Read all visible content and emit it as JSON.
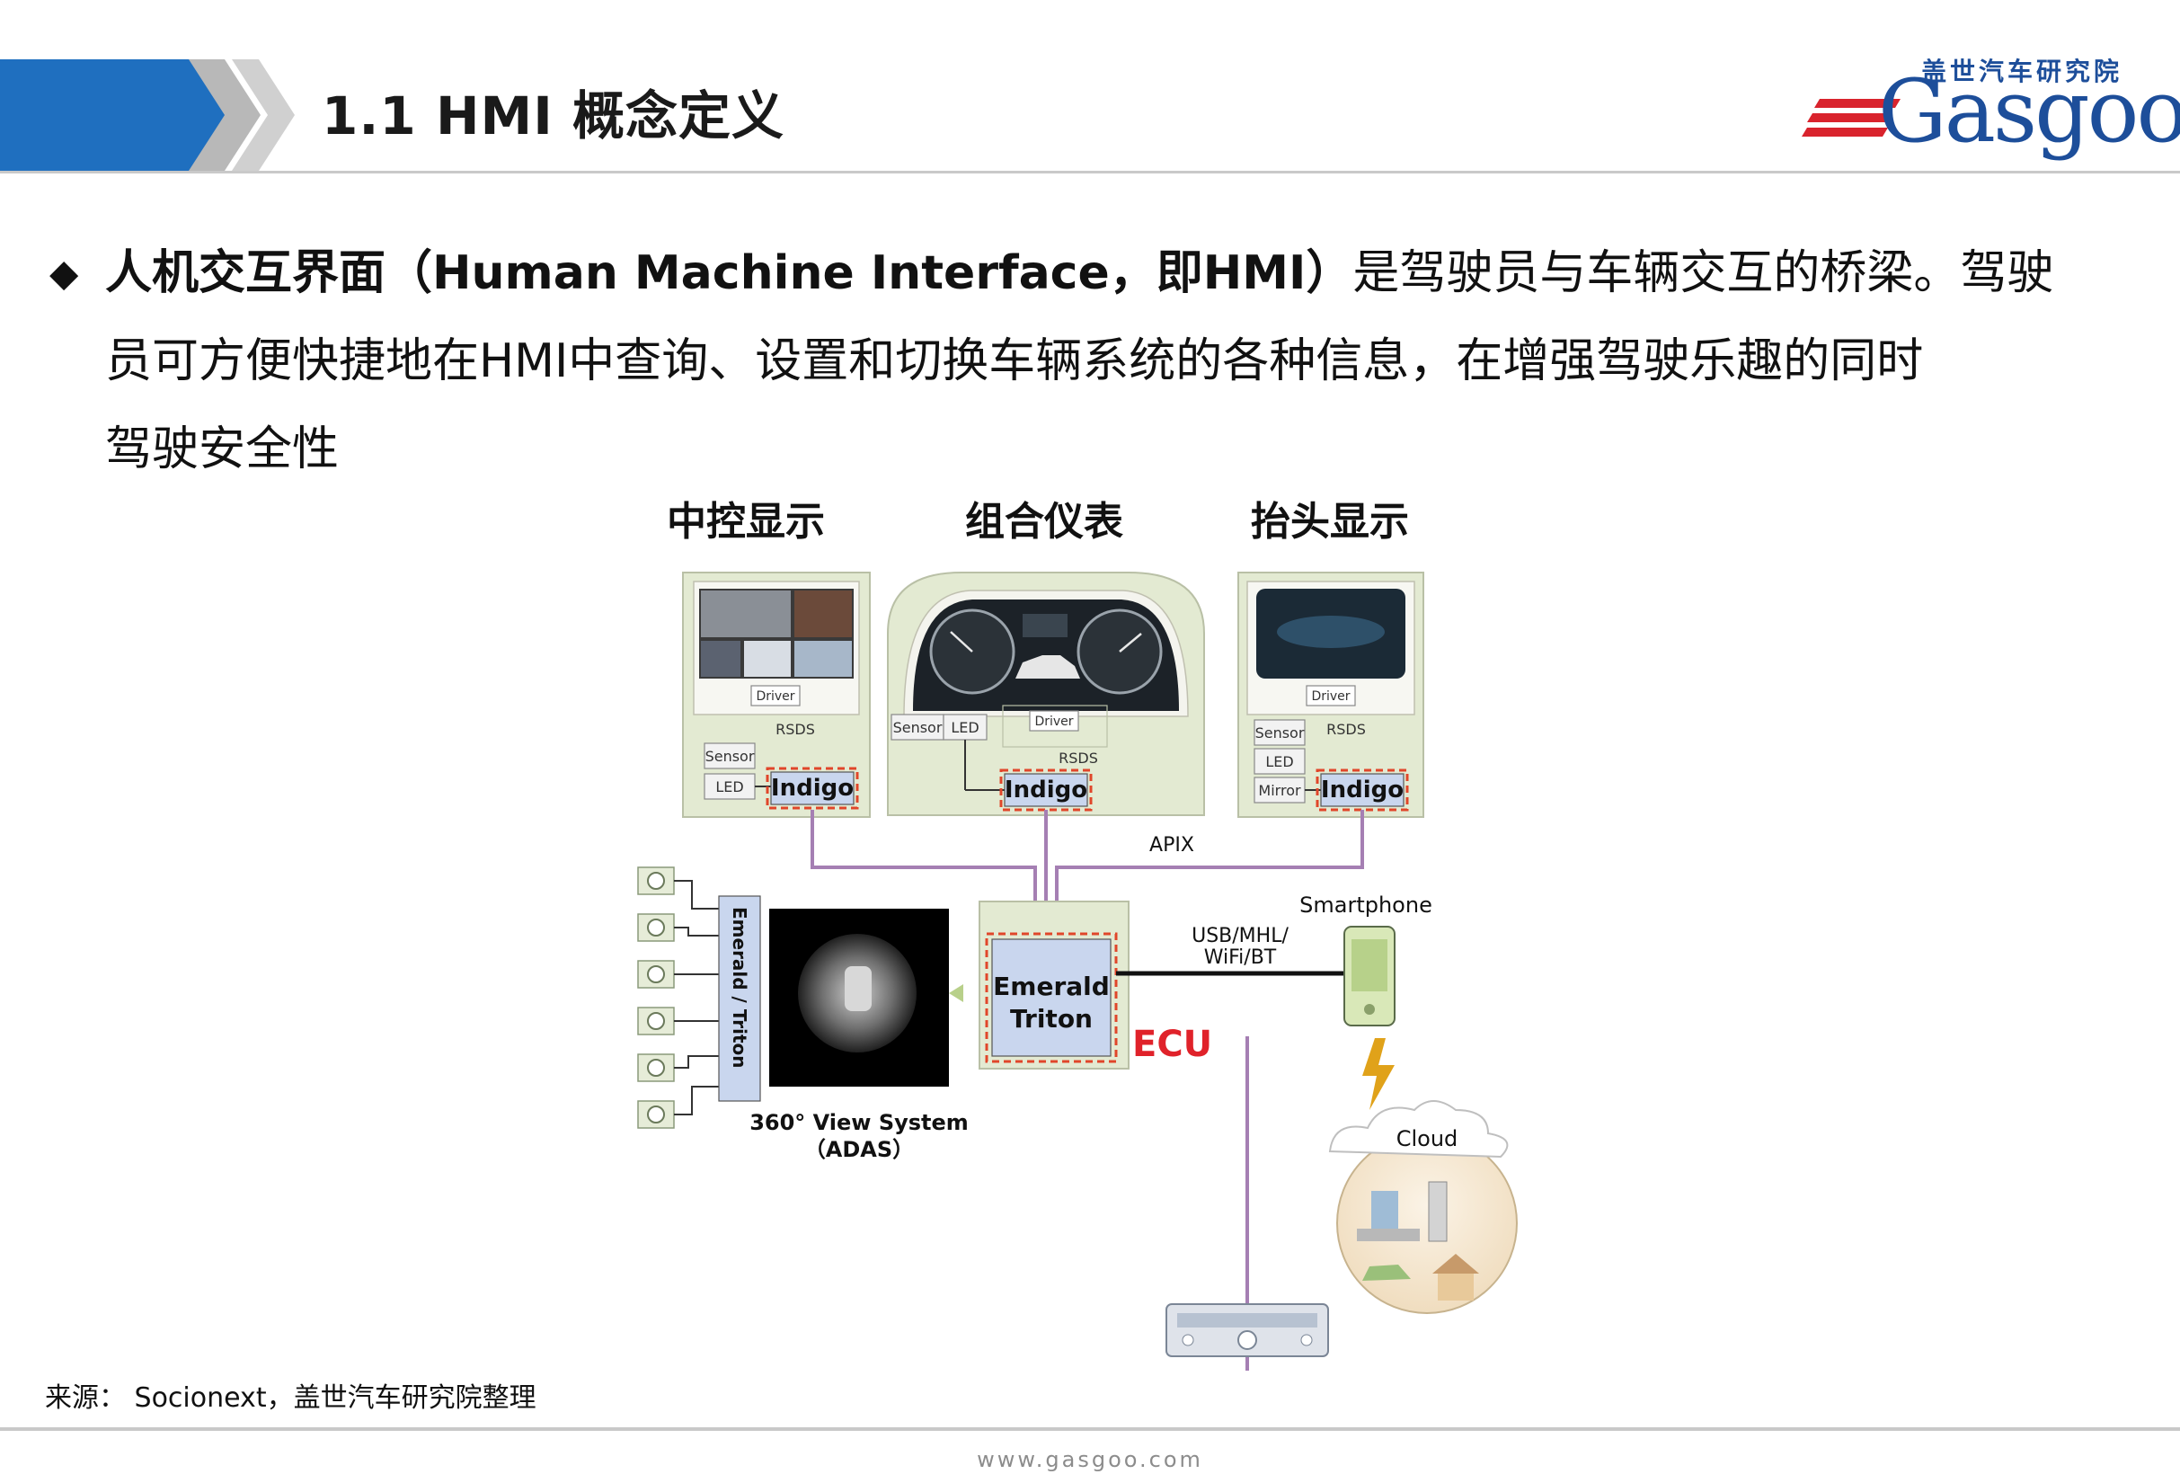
{
  "header": {
    "title": "1.1 HMI 概念定义",
    "logo_cn": "盖世汽车研究院",
    "logo_en": "Gasgoo",
    "accent_color": "#1f6fbf",
    "logo_color": "#1d4e9a",
    "stripe_color": "#d9232d"
  },
  "bullet": {
    "bold_part": "人机交互界面（Human Machine Interface，即HMI）",
    "line1_rest": "是驾驶员与车辆交互的桥梁。驾驶",
    "line2": "员可方便快捷地在HMI中查询、设置和切换车辆系统的各种信息，在增强驾驶乐趣的同时",
    "line3": "驾驶安全性"
  },
  "diagram": {
    "sections": [
      "中控显示",
      "组合仪表",
      "抬头显示"
    ],
    "driver": "Driver",
    "rsds": "RSDS",
    "sensor": "Sensor",
    "led": "LED",
    "mirror": "Mirror",
    "indigo": "Indigo",
    "apix": "APIX",
    "emerald": "Emerald",
    "triton": "Triton",
    "emerald_triton_vertical": "Emerald / Triton",
    "ecu": "ECU",
    "smartphone": "Smartphone",
    "usb_line1": "USB/MHL/",
    "usb_line2": "WiFi/BT",
    "cloud": "Cloud",
    "view_system": "360° View System",
    "adas": "（ADAS）"
  },
  "source": "来源： Socionext，盖世汽车研究院整理",
  "footer_url": "www.gasgoo.com"
}
